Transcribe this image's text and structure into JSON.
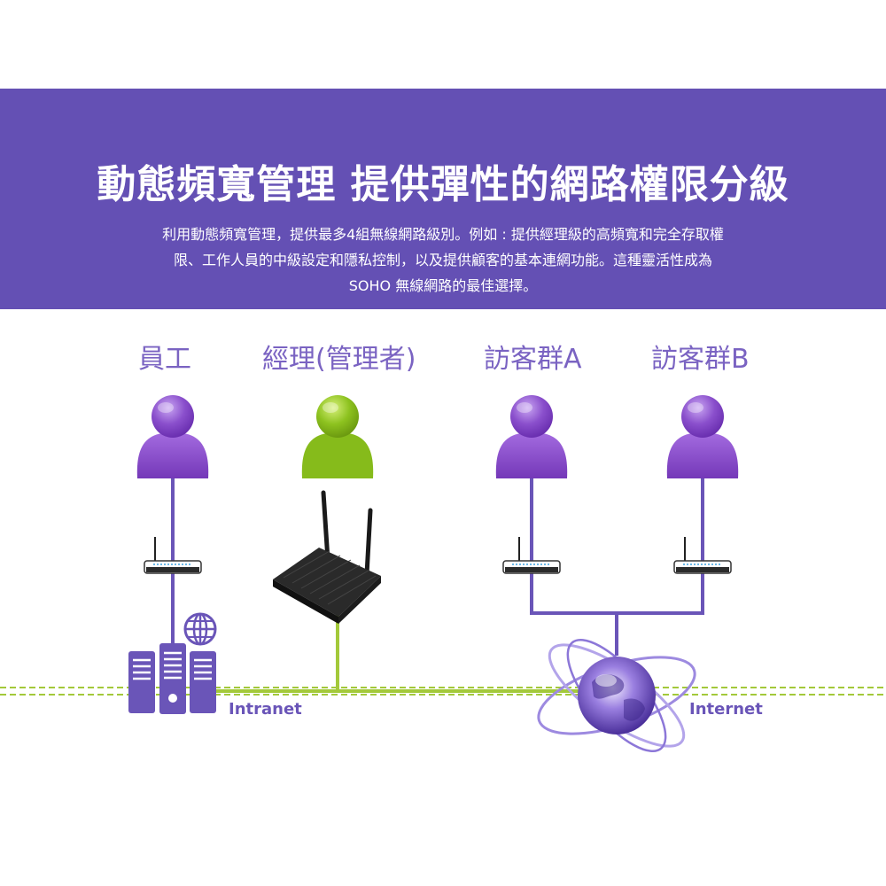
{
  "banner": {
    "title": "動態頻寬管理 提供彈性的網路權限分級",
    "description_lines": [
      "利用動態頻寬管理，提供最多4組無線網路級別。例如 : 提供經理級的高頻寬和完全存取權",
      "限、工作人員的中級設定和隱私控制，以及提供顧客的基本連網功能。這種靈活性成為",
      "SOHO 無線網路的最佳選擇。"
    ]
  },
  "groups": [
    {
      "label": "員工",
      "person_color": "#8a4fcc",
      "icon": "person-icon"
    },
    {
      "label": "經理(管理者)",
      "person_color": "#8dc21f",
      "icon": "person-icon"
    },
    {
      "label": "訪客群A",
      "person_color": "#8a4fcc",
      "icon": "person-icon"
    },
    {
      "label": "訪客群B",
      "person_color": "#8a4fcc",
      "icon": "person-icon"
    }
  ],
  "networks": {
    "intranet": "Intranet",
    "internet": "Internet"
  },
  "icons": [
    "router-icon",
    "wireless-router-icon",
    "server-icon",
    "globe-icon"
  ],
  "colors": {
    "banner": "#6450b4",
    "purple_line": "#6a55b8",
    "green_line": "#a3c93a"
  }
}
